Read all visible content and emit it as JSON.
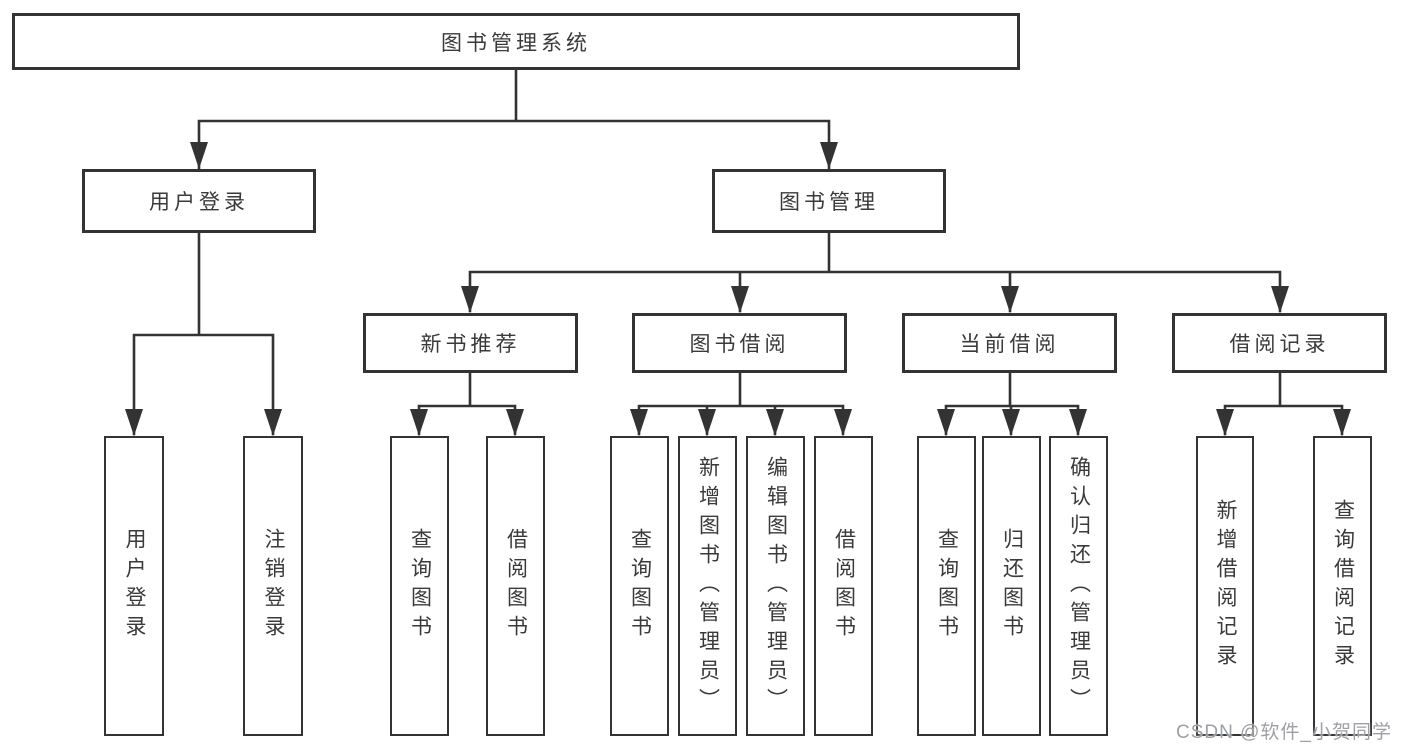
{
  "tree": {
    "root": "图书管理系统",
    "login": {
      "label": "用户登录",
      "children": [
        "用户登录",
        "注销登录"
      ]
    },
    "manage": {
      "label": "图书管理",
      "groups": [
        {
          "label": "新书推荐",
          "children": [
            "查询图书",
            "借阅图书"
          ]
        },
        {
          "label": "图书借阅",
          "children": [
            "查询图书",
            "新增图书（管理员）",
            "编辑图书（管理员）",
            "借阅图书"
          ]
        },
        {
          "label": "当前借阅",
          "children": [
            "查询图书",
            "归还图书",
            "确认归还（管理员）"
          ]
        },
        {
          "label": "借阅记录",
          "children": [
            "新增借阅记录",
            "查询借阅记录"
          ]
        }
      ]
    }
  },
  "watermark": "CSDN @软件_小贺同学",
  "colors": {
    "line": "#333333",
    "text": "#3a3a3a",
    "watermark": "#9fa0a5",
    "background": "#ffffff"
  }
}
